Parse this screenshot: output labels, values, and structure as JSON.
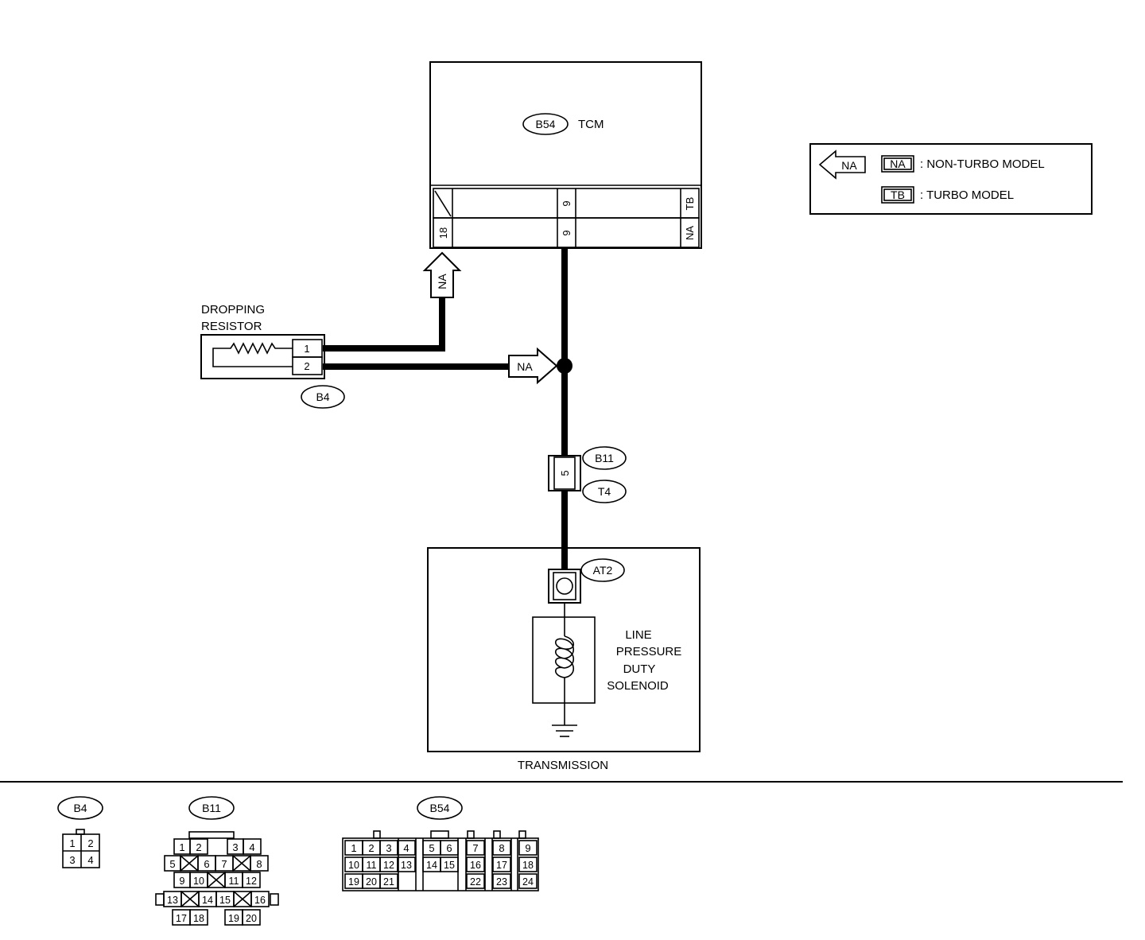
{
  "tcm": {
    "code": "B54",
    "name": "TCM",
    "pin_tb": "9",
    "pin_na": "9",
    "pin_18": "18",
    "tag_tb": "TB",
    "tag_na": "NA"
  },
  "legend": {
    "arrow_label": "NA",
    "na_code": "NA",
    "na_text": ": NON-TURBO MODEL",
    "tb_code": "TB",
    "tb_text": ": TURBO MODEL"
  },
  "resistor": {
    "label_line1": "DROPPING",
    "label_line2": "RESISTOR",
    "pin1": "1",
    "pin2": "2",
    "connector": "B4"
  },
  "arrows": {
    "up": "NA",
    "right": "NA"
  },
  "connector_b11": {
    "code": "B11",
    "pin": "5",
    "mate": "T4"
  },
  "transmission": {
    "connector": "AT2",
    "solenoid_line1": "LINE",
    "solenoid_line2": "PRESSURE",
    "solenoid_line3": "DUTY",
    "solenoid_line4": "SOLENOID",
    "label": "TRANSMISSION"
  },
  "connector_views": {
    "b4": {
      "code": "B4",
      "rows": [
        [
          "1",
          "2"
        ],
        [
          "3",
          "4"
        ]
      ]
    },
    "b11": {
      "code": "B11",
      "row1": [
        "1",
        "2",
        "3",
        "4"
      ],
      "row2": [
        "5",
        "6",
        "7",
        "8"
      ],
      "row3": [
        "9",
        "10",
        "11",
        "12"
      ],
      "row4": [
        "13",
        "14",
        "15",
        "16"
      ],
      "row5": [
        "17",
        "18",
        "19",
        "20"
      ]
    },
    "b54": {
      "code": "B54",
      "row1": [
        "1",
        "2",
        "3",
        "4",
        "5",
        "6",
        "7",
        "8",
        "9"
      ],
      "row2": [
        "10",
        "11",
        "12",
        "13",
        "14",
        "15",
        "16",
        "17",
        "18"
      ],
      "row3": [
        "19",
        "20",
        "21",
        "22",
        "23",
        "24"
      ]
    }
  }
}
